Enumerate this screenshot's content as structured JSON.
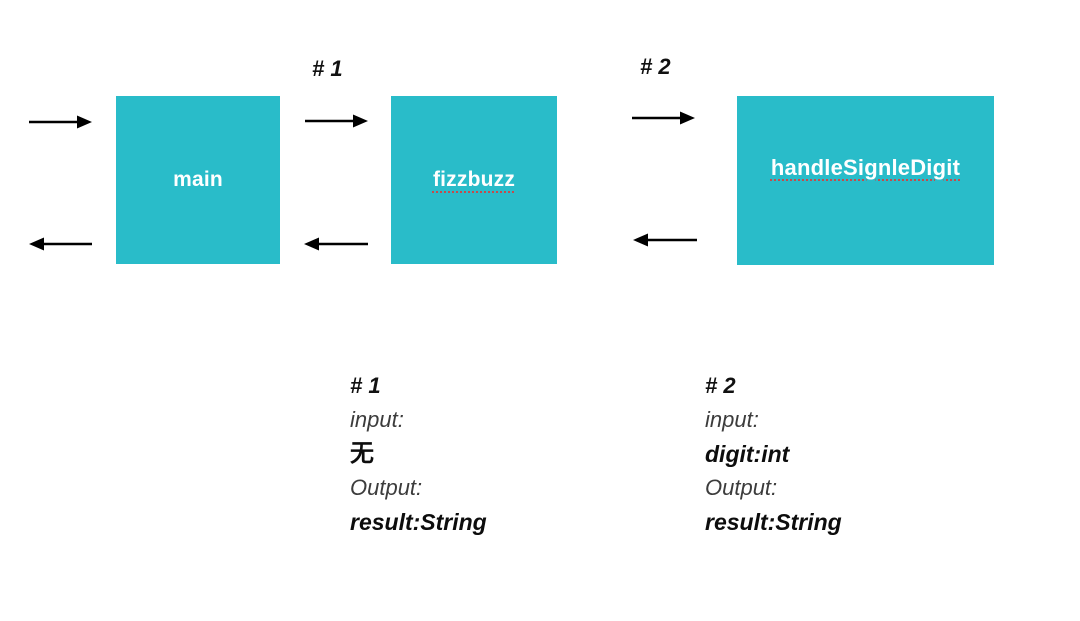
{
  "diagram": {
    "colors": {
      "node_fill": "#29bcc9",
      "node_text": "#ffffff",
      "arrow": "#000000",
      "spellcheck_underline": "#c44b4b",
      "background": "#ffffff"
    },
    "nodes": [
      {
        "label": "main"
      },
      {
        "label": "fizzbuzz"
      },
      {
        "label": "handleSignleDigit"
      }
    ],
    "call_markers": [
      {
        "label": "# 1"
      },
      {
        "label": "# 2"
      }
    ],
    "annotations": [
      {
        "title": "# 1",
        "input_label": "input:",
        "input_value": "无",
        "output_label": "Output:",
        "output_value": "result:String"
      },
      {
        "title": "# 2",
        "input_label": "input:",
        "input_value": "digit:int",
        "output_label": "Output:",
        "output_value": "result:String"
      }
    ]
  }
}
